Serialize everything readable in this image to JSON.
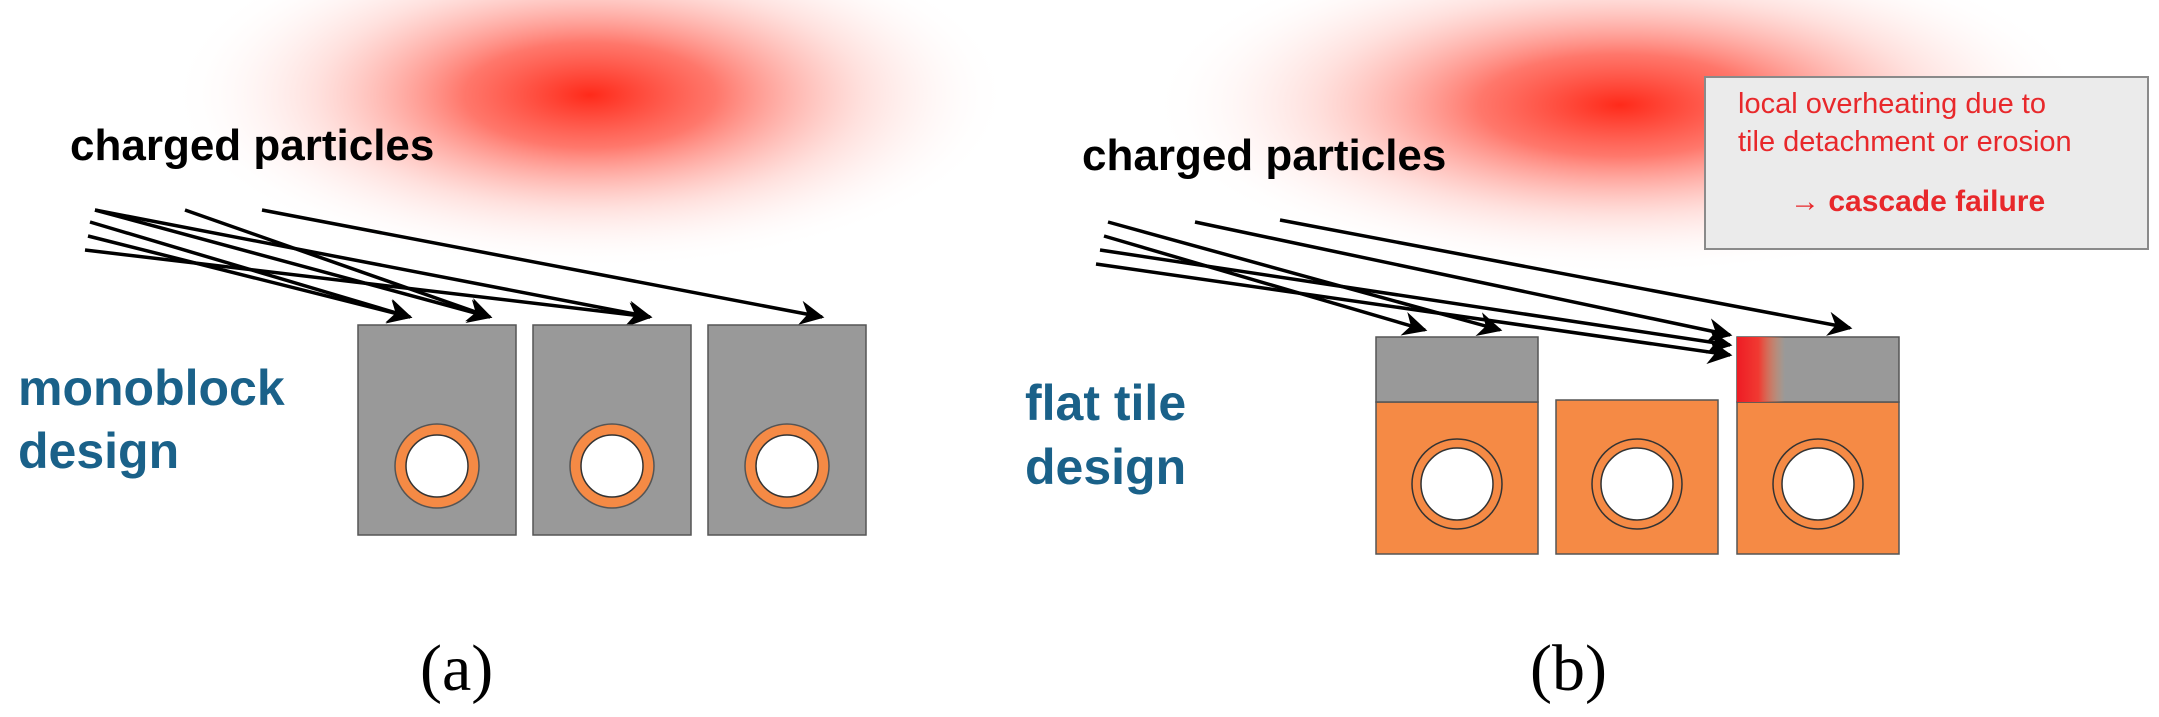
{
  "panel_a": {
    "particles_label": "charged particles",
    "design_label_line1": "monoblock",
    "design_label_line2": "design",
    "caption": "(a)"
  },
  "panel_b": {
    "particles_label": "charged particles",
    "design_label_line1": "flat tile",
    "design_label_line2": "design",
    "note_line1": "local overheating due to",
    "note_line2": "tile detachment or erosion",
    "note_line3": "→ cascade failure",
    "caption": "(b)"
  },
  "colors": {
    "tungsten_gray": "#999999",
    "copper_orange": "#f58a45",
    "label_blue": "#1a6189",
    "heat_red": "#ff2222",
    "note_red": "#e8282b",
    "note_bg": "#ebebeb",
    "outline": "#555555"
  }
}
